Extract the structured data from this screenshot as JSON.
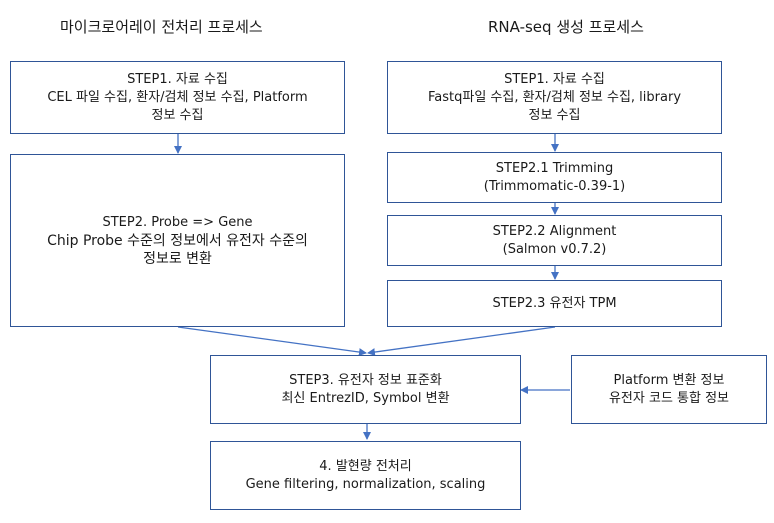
{
  "headings": {
    "left": "마이크로어레이 전처리 프로세스",
    "right": "RNA-seq 생성 프로세스"
  },
  "microarray": {
    "step1": [
      "STEP1. 자료 수집",
      "CEL 파일 수집, 환자/검체 정보 수집, Platform",
      "정보 수집"
    ],
    "step2": [
      "STEP2. Probe => Gene",
      "Chip Probe 수준의 정보에서 유전자 수준의",
      "정보로 변환"
    ]
  },
  "rnaseq": {
    "step1": [
      "STEP1. 자료 수집",
      "Fastq파일 수집, 환자/검체 정보 수집, library",
      "정보 수집"
    ],
    "step2_1": [
      "STEP2.1 Trimming",
      "(Trimmomatic-0.39-1)"
    ],
    "step2_2": [
      "STEP2.2 Alignment",
      "(Salmon v0.7.2)"
    ],
    "step2_3": [
      "STEP2.3 유전자 TPM"
    ]
  },
  "common": {
    "step3": [
      "STEP3. 유전자 정보 표준화",
      "최신 EntrezID, Symbol 변환"
    ],
    "step4": [
      "4. 발현량 전처리",
      "Gene filtering, normalization, scaling"
    ]
  },
  "platform_info": [
    "Platform 변환 정보",
    "유전자 코드 통합 정보"
  ],
  "colors": {
    "box_border": "#2f5597",
    "arrow": "#4472c4",
    "text": "#1a1a1a"
  }
}
